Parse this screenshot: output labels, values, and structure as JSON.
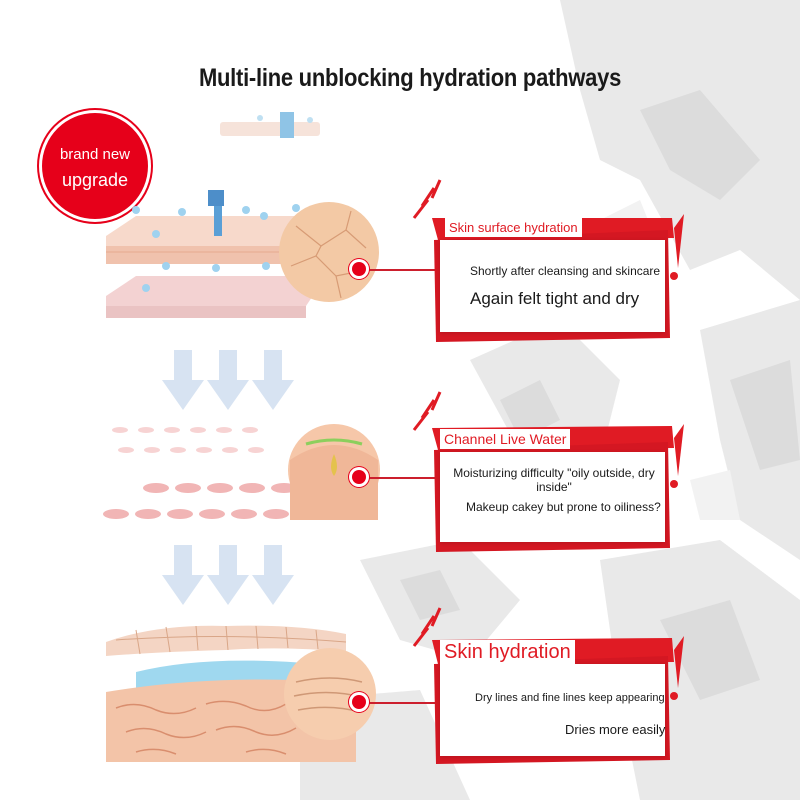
{
  "title": "Multi-line unblocking hydration pathways",
  "badge": {
    "line1": "brand new",
    "line2": "upgrade"
  },
  "panels": [
    {
      "title": "Skin surface hydration",
      "lines": [
        "Shortly after cleansing and skincare",
        "Again felt tight and dry"
      ]
    },
    {
      "title": "Channel Live Water",
      "lines": [
        "Moisturizing difficulty \"oily outside, dry inside\"",
        "Makeup cakey but prone to oiliness?"
      ]
    },
    {
      "title": "Skin hydration",
      "lines": [
        "Dry lines and fine lines keep appearing",
        "Dries more easily"
      ]
    }
  ],
  "colors": {
    "accent": "#e01b24",
    "badge": "#e6001a",
    "arrow": "#d7e3f2",
    "skin": "#f3c9b4"
  }
}
